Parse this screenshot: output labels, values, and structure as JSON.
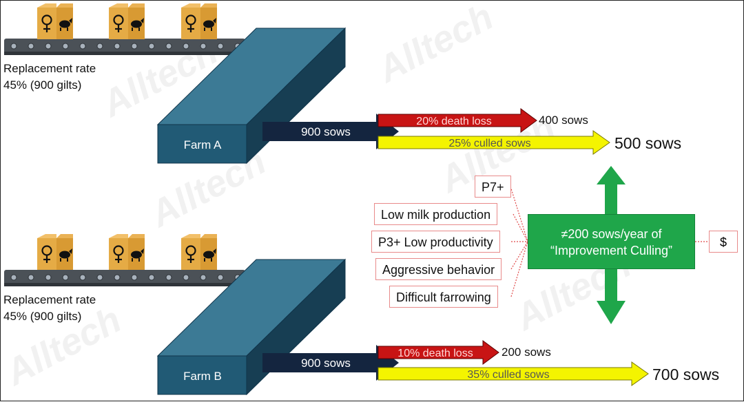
{
  "farm_a": {
    "label": "Farm A",
    "replacement_line1": "Replacement rate",
    "replacement_line2": "45% (900 gilts)",
    "input_sows": "900 sows",
    "death_loss": "20% death loss",
    "death_result": "400 sows",
    "culled": "25% culled sows",
    "total": "500 sows"
  },
  "farm_b": {
    "label": "Farm B",
    "replacement_line1": "Replacement rate",
    "replacement_line2": "45% (900 gilts)",
    "input_sows": "900 sows",
    "death_loss": "10% death loss",
    "death_result": "200 sows",
    "culled": "35% culled sows",
    "total": "700 sows"
  },
  "culling": {
    "line1": "≠200 sows/year of",
    "line2": "“Improvement Culling”",
    "reasons": [
      "P7+",
      "Low milk production",
      "P3+ Low productivity",
      "Aggressive behavior",
      "Difficult farrowing"
    ],
    "cost_symbol": "$"
  },
  "watermark": "Alltech",
  "colors": {
    "farm_top": "#3c7a95",
    "farm_front": "#215a75",
    "farm_side": "#173e53",
    "navy_arrow": "#14253f",
    "red_arrow": "#c81414",
    "yellow_arrow": "#f4f400",
    "green": "#1fa64a",
    "box_carton": "#e5ab45"
  }
}
